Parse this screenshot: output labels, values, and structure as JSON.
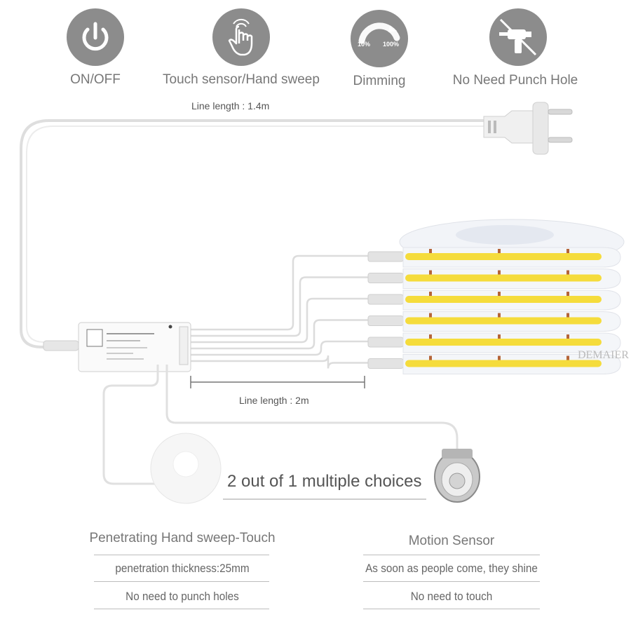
{
  "features": [
    {
      "label": "ON/OFF",
      "icon": "power-icon"
    },
    {
      "label": "Touch sensor/Hand sweep",
      "icon": "hand-touch-icon"
    },
    {
      "label": "Dimming",
      "icon": "dimming-dial-icon",
      "min_label": "10%",
      "max_label": "100%"
    },
    {
      "label": "No Need Punch Hole",
      "icon": "no-drill-icon"
    }
  ],
  "cable": {
    "plug_length": "Line length : 1.4m",
    "strip_length": "Line length : 2m"
  },
  "choices_text": "2 out of 1 multiple choices",
  "watermark": "DEMAIER",
  "options": [
    {
      "title": "Penetrating Hand sweep-Touch",
      "lines": [
        "penetration thickness:25mm",
        "No need to punch holes"
      ]
    },
    {
      "title": "Motion Sensor",
      "lines": [
        "As soon as people come, they shine",
        "No need to touch"
      ]
    }
  ],
  "colors": {
    "icon_bg": "#8c8c8c",
    "led_yellow": "#f5dc3c",
    "cable": "#d9d9d9"
  }
}
